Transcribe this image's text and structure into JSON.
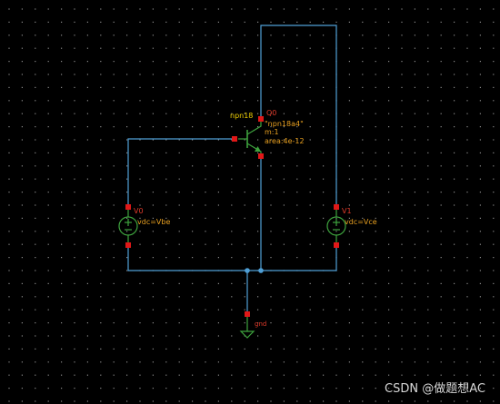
{
  "colors": {
    "background": "#000000",
    "grid_dot": "#8a8a8a",
    "wire": "#4f9fd6",
    "symbol": "#3ea33e",
    "pin": "#e01818",
    "part_label": "#f0d000",
    "param_label": "#e8a020",
    "instance_label": "#e03a2a",
    "junction": "#4f9fd6",
    "watermark": "#d7d7d7"
  },
  "transistor": {
    "instance": "Q0",
    "part": "npn18",
    "model": "\"npn18a4\"",
    "multiplier": "m:1",
    "area": "area:4e-12"
  },
  "source_vbe": {
    "instance": "V0",
    "value": "vdc=Vbe"
  },
  "source_vce": {
    "instance": "V1",
    "value": "vdc=Vce"
  },
  "ground": {
    "net_label": "gnd"
  },
  "watermark": {
    "text": "CSDN @做题想AC"
  }
}
